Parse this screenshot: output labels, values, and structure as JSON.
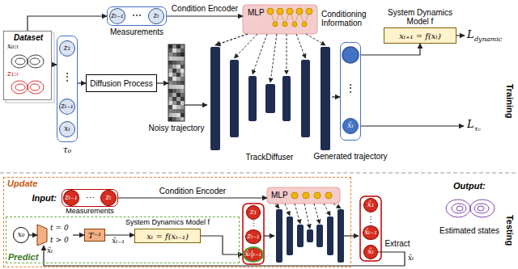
{
  "diagram": {
    "nodes": [
      {
        "text": [
          "Dataset",
          "x₀:ₜ",
          "z₁:ₜ"
        ]
      },
      {
        "text": [
          "τ₀"
        ]
      },
      {
        "text": [
          "z₁"
        ],
        "in": 1
      },
      {
        "text": [
          "zₜ₋₁"
        ],
        "in": 1
      },
      {
        "text": [
          "xₜ"
        ],
        "in": 1
      },
      {
        "text": [
          "Measurements"
        ]
      },
      {
        "text": [
          "zₜ₋₁"
        ],
        "in": 5
      },
      {
        "text": [
          "zₜ"
        ],
        "in": 5
      },
      {
        "text": [
          "MLP",
          "Conditioning Information"
        ]
      },
      {
        "text": [
          "Diffusion Process"
        ]
      },
      {
        "text": [
          "Noisy trajectory"
        ]
      },
      {
        "text": [
          "TrackDiffuser"
        ]
      },
      {
        "text": [
          "Generated trajectory"
        ]
      },
      {
        "text": [
          "x̂ₜ"
        ],
        "in": 12
      },
      {
        "text": [
          "System Dynamics Model f",
          "xₜ₊₁ = f(xₜ)"
        ]
      },
      {
        "text": [
          "Update"
        ]
      },
      {
        "text": [
          "Input:",
          "Measurements"
        ],
        "in": 15
      },
      {
        "text": [
          "zₜ₋₁"
        ],
        "in": 16
      },
      {
        "text": [
          "zₜ"
        ],
        "in": 16
      },
      {
        "text": [
          "MLP"
        ],
        "in": 15
      },
      {
        "text": [
          "Predict"
        ],
        "in": 15
      },
      {
        "text": [
          "x₀"
        ],
        "in": 20
      },
      {
        "text": [
          "t = 0",
          "t > 0"
        ],
        "in": 20
      },
      {
        "text": [
          "T⁻¹"
        ],
        "in": 20
      },
      {
        "text": [
          "System Dynamics Model f",
          "xₜ = f(xₜ₋₁)"
        ],
        "in": 20
      },
      {
        "text": [
          "z₁"
        ],
        "in": 15
      },
      {
        "text": [
          "zₜ₋₁"
        ],
        "in": 15
      },
      {
        "text": [
          "x̂ₜ|ₜ₋₁"
        ],
        "in": 15
      },
      {
        "text": [
          "x̂₁"
        ]
      },
      {
        "text": [
          "x̂ₜ₋₁"
        ]
      },
      {
        "text": [
          "x̂ₜ"
        ]
      }
    ],
    "edges": [
      {
        "from": 0,
        "to": 5,
        "arrow": "to"
      },
      {
        "from": 0,
        "to": 1,
        "arrow": "to"
      },
      {
        "from": 1,
        "to": 9,
        "arrow": "to"
      },
      {
        "from": 9,
        "to": 10,
        "arrow": "to"
      },
      {
        "from": 10,
        "to": 11,
        "arrow": "to"
      },
      {
        "from": 5,
        "to": 8,
        "label": "Condition Encoder",
        "arrow": "to"
      },
      {
        "from": 8,
        "to": 11,
        "arrow": "to"
      },
      {
        "from": 11,
        "to": 12,
        "arrow": "to"
      },
      {
        "from": 12,
        "to": 14,
        "arrow": "to"
      },
      {
        "from": 16,
        "to": 19,
        "label": "Condition Encoder",
        "arrow": "to"
      },
      {
        "from": 21,
        "to": 22,
        "arrow": "to"
      },
      {
        "from": 22,
        "to": 23,
        "arrow": "to"
      },
      {
        "from": 23,
        "to": 24,
        "label": "x̂ₜ₋₁",
        "arrow": "to"
      },
      {
        "from": 24,
        "to": 27,
        "arrow": "to"
      },
      {
        "from": 30,
        "to": 22,
        "label": "Extract",
        "arrow": "to"
      }
    ],
    "labels": [
      "⋮",
      "⋯",
      "⋮",
      "⋯",
      "⋮",
      "⋮",
      "L",
      "dynamic",
      "L",
      "τ₀",
      "Training",
      "Testing",
      "Output:",
      "Estimated states",
      "x̂ₜ",
      "x̂ₜ"
    ]
  }
}
